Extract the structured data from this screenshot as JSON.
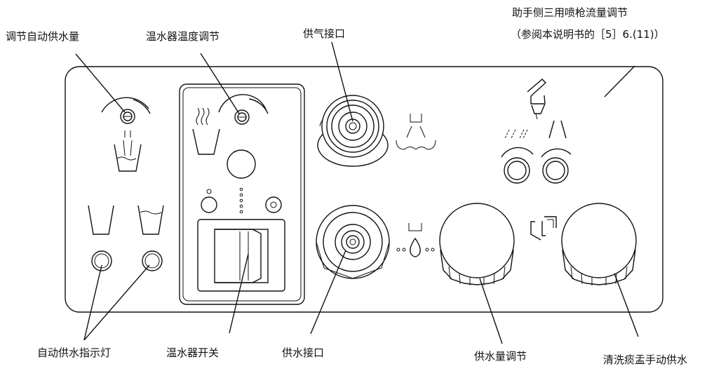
{
  "labels": {
    "adjust_auto_water": "调节自动供水量",
    "heater_temp": "温水器温度调节",
    "air_supply_port": "供气接口",
    "syringe_flow_line1": "助手侧三用喷枪流量调节",
    "syringe_flow_line2": "（参阅本说明书的［5］6.(11)）",
    "auto_water_indicator": "自动供水指示灯",
    "heater_switch": "温水器开关",
    "water_supply_port": "供水接口",
    "water_flow_adjust": "供水量调节",
    "manual_water_flush": "清洗痰盂手动供水"
  }
}
